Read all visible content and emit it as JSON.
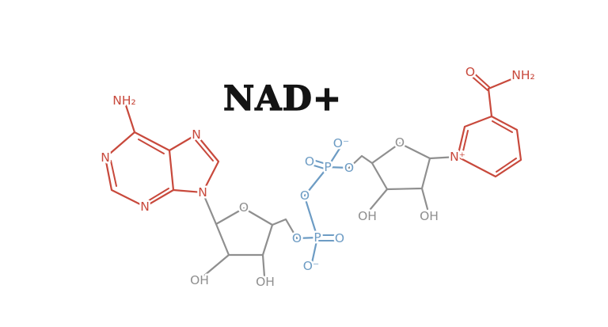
{
  "title": "NAD+",
  "colors": {
    "adenine": "#c8493c",
    "nicotinamide": "#c8493c",
    "sugar": "#8f8f8f",
    "phosphate": "#6d9cc4",
    "heading": "#141414",
    "background": "#ffffff"
  },
  "labels": {
    "adenine": {
      "amine": "NH₂",
      "n1": "N",
      "n3": "N",
      "n7": "N",
      "n9": "N"
    },
    "ribose_left": {
      "ring_oxygen": "O",
      "hydroxyl_a": "OH",
      "hydroxyl_b": "OH"
    },
    "phosphate_lower": {
      "ester_oxygen": "O",
      "phosphorus": "P",
      "double_bond_oxygen": "O",
      "charged_oxygen": "O⁻"
    },
    "bridge_oxygen": "O",
    "phosphate_upper": {
      "phosphorus": "P",
      "double_bond_oxygen": "O",
      "charged_oxygen": "O⁻",
      "ester_oxygen": "O"
    },
    "ribose_right": {
      "ring_oxygen": "O",
      "hydroxyl_a": "OH",
      "hydroxyl_b": "OH"
    },
    "nicotinamide": {
      "ring_nitrogen": "N⁺",
      "carbonyl_oxygen": "O",
      "amide_amine": "NH₂"
    }
  }
}
